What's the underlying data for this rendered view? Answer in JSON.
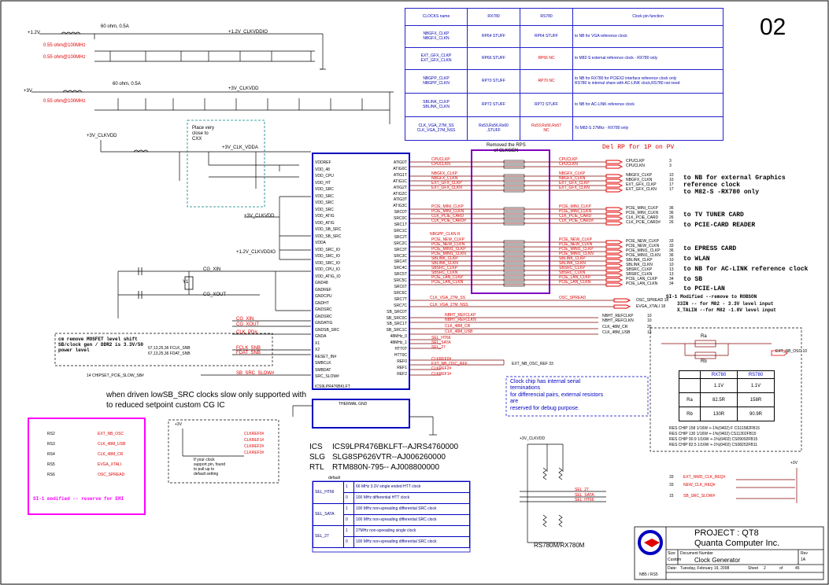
{
  "page_number": "02",
  "clock_table": {
    "headers": [
      "CLOCKS name",
      "RX780",
      "RS780",
      "Clock pin function"
    ],
    "rows": [
      {
        "name": "NBGFX_CLKP\nNBGFX_CLKN",
        "rx780": "RP64 STUFF",
        "rs780": "RP64 STUFF",
        "rs_red": false,
        "func": "to NB for VGA reference clock"
      },
      {
        "name": "EXT_GFX_CLKP\nEXT_GFX_CLKN",
        "rx780": "RP66 STUFF",
        "rs780": "RP66 NC",
        "rs_red": true,
        "func": "to M82-S external reference clock - RX780 only"
      },
      {
        "name": "NBGPP_CLKP\nNBGPP_CLKN",
        "rx780": "RP70 STUFF",
        "rs780": "RP70 NC",
        "rs_red": true,
        "func": "to NB for RX780 for PCIEX2 interface reference clock only\nRS780 is internal share with AC-LINK clock,RS780 not need"
      },
      {
        "name": "SBLINK_CLKP\nSBLINK_CLKN",
        "rx780": "RP72 STUFF",
        "rs780": "RP72 STUFF",
        "rs_red": false,
        "func": "to NB for AC-LINK reference clock"
      },
      {
        "name": "CLK_VGA_27M_SS\nCLK_VGA_27M_NSS",
        "rx780": "Rs53,Rs56,Rs60\n,STUFF",
        "rs780": "Rs53,Rs56,Rs57\nNC",
        "rs_red": true,
        "func": "To M82-S 27Mhz - RX780 only"
      }
    ]
  },
  "power_rails": {
    "row1_in": "+1.2V",
    "row1_label": "60 ohm, 0.5A",
    "row1_out": "+1.2V_CLKVDDIO",
    "row1_red1": "0.55 ohm@100MHz",
    "row1_red2": "0.55 ohm@100MHz",
    "row2_in": "+3V",
    "row2_label": "60 ohm, 0.5A",
    "row2_out": "+3V_CLKVDD",
    "row2_red1": "0.55 ohm@100MHz",
    "row3_in": "+3V_CLKVDD",
    "row3_out": "+3V_CLK_VDDA",
    "place_note": "Place very\nclose to\nCXX",
    "vdd3_label": "+3V_CLKVDD",
    "vddio_label": "+1.2V_CLKVDDIO",
    "vdda_label": "+3V_CLK_VDDA"
  },
  "crystal": {
    "xin": "CG_XIN",
    "xout": "CG_XOUT",
    "ref": "Y1"
  },
  "left_signals": {
    "cg_xin": "CG_XIN",
    "cg_xout": "CG_XOUT",
    "clk_pd": "CLK_PD#",
    "fclk_snb": "FCLK_SNB",
    "fdat_snb": "FDAT_SNB",
    "fclk_ref": "67,13,25,36  FCLK_SNB",
    "fdat_ref": "67,13,25,36  FDAT_SNB",
    "slow_src": "SB_SRC_SLOW#",
    "chipset_slow": "14  CHIPSET_PCIE_SLOW_SB#",
    "note_box": "cm remove MOSFET level shift\nSB/clock gen / DDR2 is 3.3V/50\npower level"
  },
  "note_black": "when driven lowSB_SRC clocks slow only supported with\nto reduced setpoint custom CG IC",
  "ic_title": "ICS9LPR476BKLFT",
  "ic_thermal": "THERMAL GND",
  "ic_left_pins": [
    "VDDREF",
    "VDD_48",
    "VDD_CPU",
    "VDD_HT",
    "VDD_SRC",
    "VDD_SRC",
    "VDD_SRC",
    "VDD_SRC",
    "VDD_ATIG",
    "VDD_ATIG",
    "VDD_SB_SRC",
    "VDD_SB_SRC",
    "VDDA",
    "VDD_SRC_IO",
    "VDD_SRC_IO",
    "VDD_SRC_IO",
    "VDD_CPU_IO",
    "VDD_ATIG_IO",
    "GND48",
    "GNDREF",
    "GNDCPU",
    "GNDHT",
    "GNDSRC",
    "GNDSRC",
    "GNDATIG",
    "GNDSB_SRC",
    "GNDA",
    "X1",
    "X2",
    "RESET_IN#",
    "SMBCLK",
    "SMBDAT",
    "SRC_SLOW#"
  ],
  "ic_right_pins": [
    "ATIG0T",
    "ATIG0C",
    "ATIG1T",
    "ATIG1C",
    "ATIG2T",
    "ATIG2C",
    "ATIG3T",
    "ATIG3C",
    "SRC0T",
    "SRC0C",
    "SRC1T",
    "SRC1C",
    "SRC2T",
    "SRC2C",
    "SRC3T",
    "SRC3C",
    "SRC4T",
    "SRC4C",
    "SRC5T",
    "SRC5C",
    "SRC6T",
    "SRC6C",
    "SRC7T",
    "SRC7C",
    "SB_SRC0T",
    "SB_SRC0C",
    "SB_SRC1T",
    "SB_SRC1C",
    "48MHz_0",
    "48MHz_1",
    "HTT0T",
    "HTT0C",
    "REF0",
    "REF1",
    "REF2"
  ],
  "rp_note": "Removed the RPS\nof CLKGEN",
  "del_note": "Del RP for 1P on PV",
  "ic_nets": [
    {
      "net": "CPUCLKP",
      "dest": "CPUCLKP",
      "ref": "3"
    },
    {
      "net": "CPUCLKN",
      "dest": "CPUCLKN",
      "ref": "3"
    },
    {
      "net": "NBGFX_CLKP",
      "dest": "NBGFX_CLKP",
      "ref": "10"
    },
    {
      "net": "NBGFX_CLKN",
      "dest": "NBGFX_CLKN",
      "ref": "10"
    },
    {
      "net": "EXT_GFX_CLKP",
      "dest": "EXT_GFX_CLKP",
      "ref": "17"
    },
    {
      "net": "EXT_GFX_CLKN",
      "dest": "EXT_GFX_CLKN",
      "ref": "17"
    },
    {
      "net": "PCIE_MINI_CLKP",
      "dest": "PCIE_MINI_CLKP",
      "ref": "36"
    },
    {
      "net": "PCIE_MINI_CLKN",
      "dest": "PCIE_MINI_CLKN",
      "ref": "36"
    },
    {
      "net": "CLK_PCIE_CARD",
      "dest": "CLK_PCIE_CARD",
      "ref": "26"
    },
    {
      "net": "CLK_PCIE_CARD#",
      "dest": "CLK_PCIE_CARD#",
      "ref": "26"
    },
    {
      "net": "PCIE_NEW_CLKP",
      "dest": "PCIE_NEW_CLKP",
      "ref": "33"
    },
    {
      "net": "PCIE_NEW_CLKN",
      "dest": "PCIE_NEW_CLKN",
      "ref": "33"
    },
    {
      "net": "PCIE_MINI1_CLKP",
      "dest": "PCIE_MINI1_CLKP",
      "ref": "36"
    },
    {
      "net": "PCIE_MINI1_CLKN",
      "dest": "PCIE_MINI1_CLKN",
      "ref": "36"
    },
    {
      "net": "SBLINK_CLKP",
      "dest": "SBLINK_CLKP",
      "ref": "10"
    },
    {
      "net": "SBLINK_CLKN",
      "dest": "SBLINK_CLKN",
      "ref": "10"
    },
    {
      "net": "SBSRC_CLKP",
      "dest": "SBSRC_CLKP",
      "ref": "13"
    },
    {
      "net": "SBSRC_CLKN",
      "dest": "SBSRC_CLKN",
      "ref": "13"
    },
    {
      "net": "PCIE_LAN_CLKP",
      "dest": "PCIE_LAN_CLKP",
      "ref": "34"
    },
    {
      "net": "PCIE_LAN_CLKN",
      "dest": "PCIE_LAN_CLKN",
      "ref": "34"
    }
  ],
  "destinations": {
    "d1": "to NB for external Graphics",
    "d1b": "reference clock",
    "d2": "to M82-S -RX780 only",
    "d3": "to TV TUNER CARD",
    "d4": "to PCIE-CARD READER",
    "d5": "to EPRESS CARD",
    "d6": "to WLAN",
    "d7": "to NB for AC-LINK reference clock",
    "d8": "to SB",
    "d9": "to PCIE-LAN",
    "si_note": "SI-1 Modified --remove    to ROBSON",
    "osc_line1": "33IN -- for M82 - 3.3V level input",
    "osc_line2": "X_TALIN --for M82 -1.8V level input"
  },
  "nbgpp_left": "NBGPP_CLKN R",
  "osc_nets": {
    "vga_ss": "CLK_VGA_27M_SS",
    "vga_nss": "CLK_VGA_27M_NSS",
    "osc_spread": "OSC_SPREAD",
    "osc_ref": "OSC_SPREAD  18",
    "evga_xtal": "EVGA_XTALI  18"
  },
  "ht_nets": [
    {
      "net": "NBHT_REFCLKP",
      "dest": "NBHT_REFCLKP",
      "ref": "10"
    },
    {
      "net": "NBHT_REFCLKN",
      "dest": "NBHT_REFCLKN",
      "ref": "10"
    },
    {
      "net": "CLK_48M_CR",
      "dest": "CLK_48M_CR",
      "ref": "25"
    },
    {
      "net": "CLK_48M_USB",
      "dest": "CLK_48M_USB",
      "ref": "13"
    }
  ],
  "sel_nets": [
    "SEL_HT66",
    "SEL_SATA",
    "SEL_27"
  ],
  "ref_nets": {
    "clkref0": "CLKREF0#",
    "ext_nb": "EXT_NB_OSC_REF",
    "clkref2": "CLKREF2#",
    "ext_nb_ref": "EXT_NB_OSC_REF  33",
    "clkref1": "CLKREF1#"
  },
  "rarb": {
    "labels": {
      "ra": "Ra",
      "rb": "Rb",
      "ext_nb_osc": "EXT_NB_OSC  10"
    },
    "headers": [
      "",
      "RX780",
      "RS780"
    ],
    "rows": [
      [
        "",
        "1.1V",
        "1.1V"
      ],
      [
        "Ra",
        "82.5R",
        "158R"
      ],
      [
        "Rb",
        "130R",
        "90.9R"
      ]
    ],
    "parts": [
      "RES CHIP 158 1/16W +-1%(0402) F    CS11582FB15",
      "RES CHIP 130 1/16W +-1%(0402)      CS11302FB15",
      "RES CHIP 90.9 1/16W +-1%(0402)     CS09092FB15",
      "RES CHIP 82.5 1/16W +-1%(0402)     CS08252FB11"
    ]
  },
  "serial_note": "Clock chip has internal serial\nterminations\nfor differencial pairs, external resistors\nare\nreserved for debug purpose.",
  "vendors": [
    {
      "v": "ICS",
      "part": "ICS9LPR476BKLFT--AJRS4760000"
    },
    {
      "v": "SLG",
      "part": "SLG8SP626VTR--AJ006260000"
    },
    {
      "v": "RTL",
      "part": "RTM880N-795-- AJ008800000"
    }
  ],
  "default_label": "default",
  "sel_table": [
    {
      "name": "SEL_HT66",
      "v1": "1",
      "d1": "66 MHz 3.3V single ended HTT clock",
      "v0": "0",
      "d0": "100 MHz differential HTT clock"
    },
    {
      "name": "SEL_SATA",
      "v1": "1",
      "d1": "100 MHz non-spreading differential SRC clock",
      "v0": "0",
      "d0": "100 MHz non-spreading differential SRC clock"
    },
    {
      "name": "SEL_27",
      "v1": "1",
      "d1": "27MHz non-spreading single clock",
      "v0": "0",
      "d0": "100 MHz non-spreading differential SRC clock"
    }
  ],
  "strap_left": {
    "title": "+3V",
    "nets": [
      "CLKREF0#",
      "CLKREF1#",
      "CLKREF2#",
      "CLKREF3#"
    ],
    "note": "If your clock\nsupport pin, found\nto pull-up to\ndefault setting"
  },
  "mag_box": {
    "refs": [
      "RS2",
      "RS3",
      "RS4",
      "RS5",
      "RS6"
    ],
    "nets": [
      "EXT_NB_OSC",
      "CLK_48M_USB",
      "CLK_48M_CR",
      "EVGA_XTALI",
      "OSC_SPREAD"
    ],
    "note": "SI-1 modified -- reserve for EMI"
  },
  "bottom_strap": {
    "rail": "+3V_CLKVDD",
    "nets": [
      "SEL_27",
      "SEL_SATA",
      "SEL_HT66"
    ],
    "label": "RS780M/RX780M"
  },
  "right_strap": {
    "rail": "+3V",
    "nets": [
      "EXT_NWD_CLK_REQ#",
      "NEW_CLK_REQ#",
      "SB_SRC_SLOW#"
    ],
    "refs": [
      "33",
      "33",
      "15"
    ]
  },
  "title_block": {
    "project": "PROJECT : QT8",
    "company": "Quanta Computer Inc.",
    "size_label": "Size",
    "size_val": "Custom",
    "docnum_label": "Document Number",
    "title_val": "Clock Generator",
    "rev_label": "Rev",
    "rev_val": "1A",
    "date_label": "Date:",
    "date_val": "Tuesday, February 19, 2008",
    "sheet_label": "Sheet",
    "sheet_val": "2",
    "of_label": "of",
    "of_val": "45",
    "logo_text": "NB5 / RS5"
  },
  "colors": {
    "blue": "#0000c0",
    "red": "#e00000",
    "purple": "#8000c0",
    "magenta": "#ff00ff",
    "green_dash": "#008080"
  }
}
